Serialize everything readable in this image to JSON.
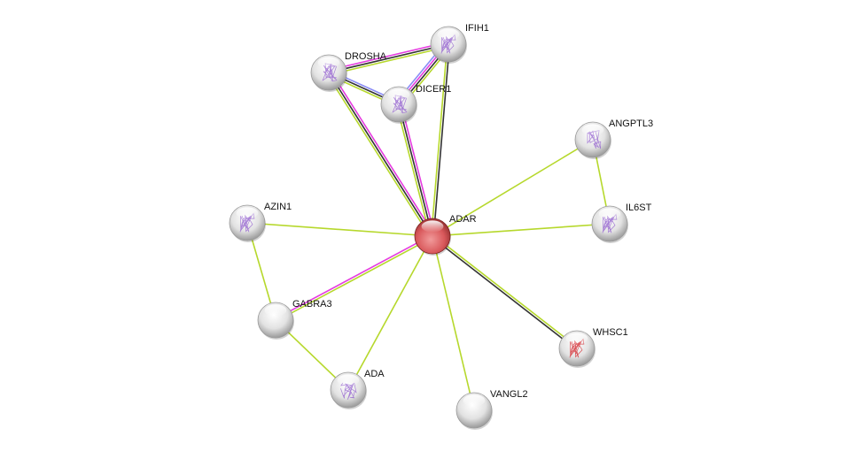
{
  "network": {
    "query_node": "ADAR",
    "colors": {
      "query_node": "#d9585b",
      "neighbor_node": "#e6e6e6",
      "structure_purple": "#9a6bd1",
      "structure_red": "#d6393f",
      "textmining": "#b6d82c",
      "coexpression": "#333333",
      "experiments": "#e53ce0",
      "database": "#8a8cf5"
    },
    "nodes": [
      {
        "id": "ADAR",
        "label": "ADAR",
        "structure": "none",
        "query": true
      },
      {
        "id": "IFIH1",
        "label": "IFIH1",
        "structure": "purple"
      },
      {
        "id": "DROSHA",
        "label": "DROSHA",
        "structure": "purple"
      },
      {
        "id": "DICER1",
        "label": "DICER1",
        "structure": "purple"
      },
      {
        "id": "ANGPTL3",
        "label": "ANGPTL3",
        "structure": "purple"
      },
      {
        "id": "IL6ST",
        "label": "IL6ST",
        "structure": "purple"
      },
      {
        "id": "AZIN1",
        "label": "AZIN1",
        "structure": "purple"
      },
      {
        "id": "GABRA3",
        "label": "GABRA3",
        "structure": "none"
      },
      {
        "id": "WHSC1",
        "label": "WHSC1",
        "structure": "red"
      },
      {
        "id": "ADA",
        "label": "ADA",
        "structure": "purple"
      },
      {
        "id": "VANGL2",
        "label": "VANGL2",
        "structure": "none"
      }
    ],
    "edges": [
      {
        "a": "DROSHA",
        "b": "IFIH1",
        "channels": [
          "experiments",
          "coexpression",
          "textmining"
        ]
      },
      {
        "a": "DROSHA",
        "b": "DICER1",
        "channels": [
          "database",
          "coexpression",
          "textmining"
        ]
      },
      {
        "a": "DICER1",
        "b": "IFIH1",
        "channels": [
          "database",
          "experiments",
          "coexpression",
          "textmining"
        ]
      },
      {
        "a": "DROSHA",
        "b": "ADAR",
        "channels": [
          "experiments",
          "coexpression",
          "textmining"
        ]
      },
      {
        "a": "DICER1",
        "b": "ADAR",
        "channels": [
          "experiments",
          "coexpression",
          "textmining"
        ]
      },
      {
        "a": "IFIH1",
        "b": "ADAR",
        "channels": [
          "coexpression",
          "textmining"
        ]
      },
      {
        "a": "ANGPTL3",
        "b": "ADAR",
        "channels": [
          "textmining"
        ]
      },
      {
        "a": "ANGPTL3",
        "b": "IL6ST",
        "channels": [
          "textmining"
        ]
      },
      {
        "a": "IL6ST",
        "b": "ADAR",
        "channels": [
          "textmining"
        ]
      },
      {
        "a": "AZIN1",
        "b": "ADAR",
        "channels": [
          "textmining"
        ]
      },
      {
        "a": "AZIN1",
        "b": "GABRA3",
        "channels": [
          "textmining"
        ]
      },
      {
        "a": "GABRA3",
        "b": "ADAR",
        "channels": [
          "experiments",
          "textmining"
        ]
      },
      {
        "a": "GABRA3",
        "b": "ADA",
        "channels": [
          "textmining"
        ]
      },
      {
        "a": "ADA",
        "b": "ADAR",
        "channels": [
          "textmining"
        ]
      },
      {
        "a": "VANGL2",
        "b": "ADAR",
        "channels": [
          "textmining"
        ]
      },
      {
        "a": "WHSC1",
        "b": "ADAR",
        "channels": [
          "coexpression",
          "textmining"
        ]
      }
    ]
  }
}
